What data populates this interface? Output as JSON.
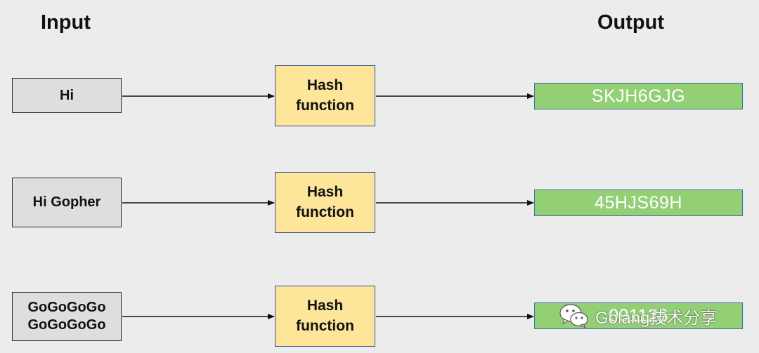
{
  "headings": {
    "input": "Input",
    "output": "Output"
  },
  "rows": [
    {
      "input_lines": [
        "Hi"
      ],
      "hash_lines": [
        "Hash",
        "function"
      ],
      "output": "SKJH6GJG"
    },
    {
      "input_lines": [
        "Hi Gopher"
      ],
      "hash_lines": [
        "Hash",
        "function"
      ],
      "output": "45HJS69H"
    },
    {
      "input_lines": [
        "GoGoGoGo",
        "GoGoGoGo"
      ],
      "hash_lines": [
        "Hash",
        "function"
      ],
      "output": "091126"
    }
  ],
  "watermark": {
    "text": "Golang技术分享",
    "icon": "wechat-icon"
  },
  "colors": {
    "background": "#ececec",
    "input_fill": "#dedede",
    "hash_fill": "#fde59a",
    "output_fill": "#93cf75"
  }
}
